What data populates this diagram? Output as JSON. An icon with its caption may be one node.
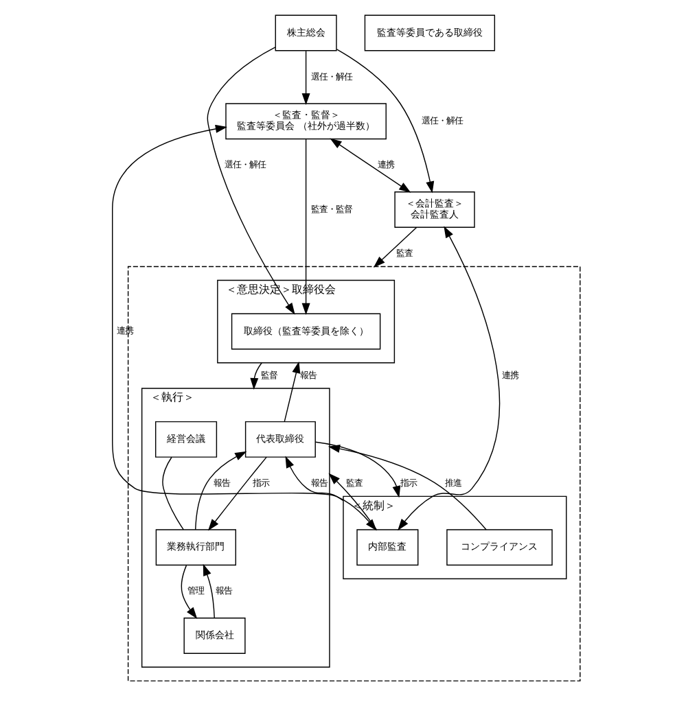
{
  "diagram": {
    "nodes": [
      {
        "text": [
          "株主総会"
        ]
      },
      {
        "text": [],
        "shape": "box"
      },
      {
        "text": [
          "＜意思決定＞取締役会"
        ],
        "in": 1
      },
      {
        "text": [
          "取締役（監査等委員を除く）"
        ],
        "in": 2
      },
      {
        "text": [
          "＜監査・監督＞",
          "監査等委員会 （社外が過半数）"
        ]
      },
      {
        "text": [
          "監査等委員である取締役"
        ]
      },
      {
        "text": [
          "＜会計監査＞",
          "会計監査人"
        ]
      },
      {
        "text": [
          "＜執行＞"
        ],
        "in": 1
      },
      {
        "text": [
          "代表取締役"
        ],
        "in": 7
      },
      {
        "text": [
          "経営会議"
        ],
        "in": 7
      },
      {
        "text": [
          "業務執行部門"
        ],
        "in": 7
      },
      {
        "text": [
          "関係会社"
        ],
        "in": 7
      },
      {
        "text": [
          "＜統制＞"
        ],
        "in": 1
      },
      {
        "text": [
          "内部監査"
        ],
        "in": 12
      },
      {
        "text": [
          "コンプライアンス"
        ],
        "in": 12
      }
    ],
    "edges": [
      {
        "from": 0,
        "to": 3,
        "arrow": "to",
        "label": "選任・解任"
      },
      {
        "from": 0,
        "to": 4,
        "arrow": "to",
        "label": "選任・解任"
      },
      {
        "from": 0,
        "to": 6,
        "arrow": "to",
        "label": "選任・解任"
      },
      {
        "from": 4,
        "to": 3,
        "arrow": "to",
        "label": "監査・監督"
      },
      {
        "from": 4,
        "to": 6,
        "arrow": "both",
        "label": "連携"
      },
      {
        "from": 2,
        "to": 7,
        "arrow": "to",
        "label": "監督"
      },
      {
        "from": 8,
        "to": 2,
        "arrow": "to",
        "label": "報告"
      },
      {
        "from": 4,
        "to": 13,
        "arrow": "both",
        "label": "連携"
      },
      {
        "from": 8,
        "to": 12,
        "arrow": "to",
        "label": "指示"
      },
      {
        "from": 12,
        "to": 8,
        "arrow": "to",
        "label": "報告"
      },
      {
        "from": 8,
        "to": 10,
        "arrow": "to",
        "label": "指示"
      },
      {
        "from": 10,
        "to": 8,
        "arrow": "to",
        "label": "報告"
      },
      {
        "from": 9,
        "to": 10,
        "arrow": "none"
      },
      {
        "from": 10,
        "to": 11,
        "arrow": "to",
        "label": "管理"
      },
      {
        "from": 11,
        "to": 10,
        "arrow": "to",
        "label": "報告"
      },
      {
        "from": 13,
        "to": 7,
        "arrow": "to",
        "label": "監査"
      },
      {
        "from": 14,
        "to": 7,
        "arrow": "to",
        "label": "推進"
      },
      {
        "from": 6,
        "to": 13,
        "arrow": "both",
        "label": "連携"
      },
      {
        "from": 6,
        "to": 1,
        "arrow": "to",
        "label": "監査"
      }
    ]
  }
}
